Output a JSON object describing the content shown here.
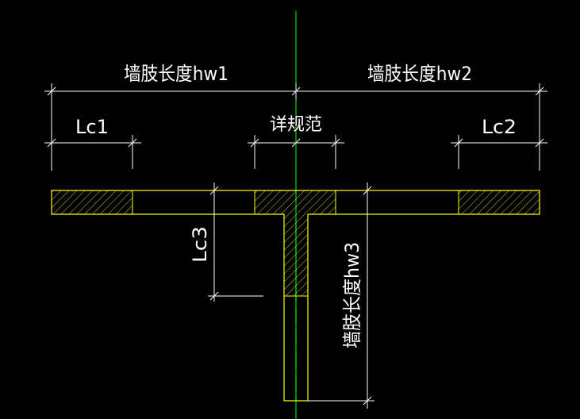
{
  "colors": {
    "background": "#000000",
    "wall_outline": "#ffff00",
    "hatch": "#c8c832",
    "dimension": "#ffffff",
    "axis": "#00ff00"
  },
  "labels": {
    "hw1": "墙肢长度hw1",
    "hw2": "墙肢长度hw2",
    "hw3": "墙肢长度hw3",
    "lc1": "Lc1",
    "lc2": "Lc2",
    "lc3": "Lc3",
    "spec": "详规范"
  }
}
